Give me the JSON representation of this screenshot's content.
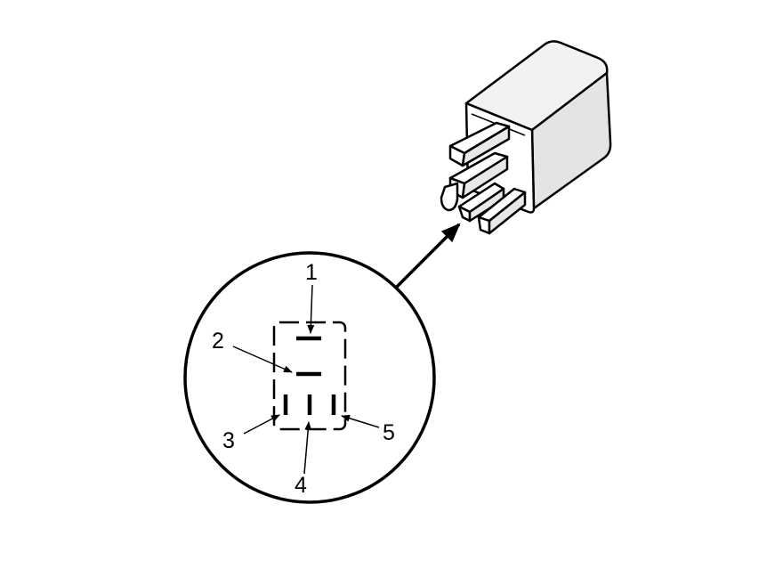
{
  "diagram": {
    "colors": {
      "stroke": "#000000",
      "body_fill": "#f2f2f2",
      "side_fill": "#e4e4e4",
      "background": "#ffffff"
    },
    "pins": [
      {
        "label": "1"
      },
      {
        "label": "2"
      },
      {
        "label": "3"
      },
      {
        "label": "4"
      },
      {
        "label": "5"
      }
    ]
  }
}
